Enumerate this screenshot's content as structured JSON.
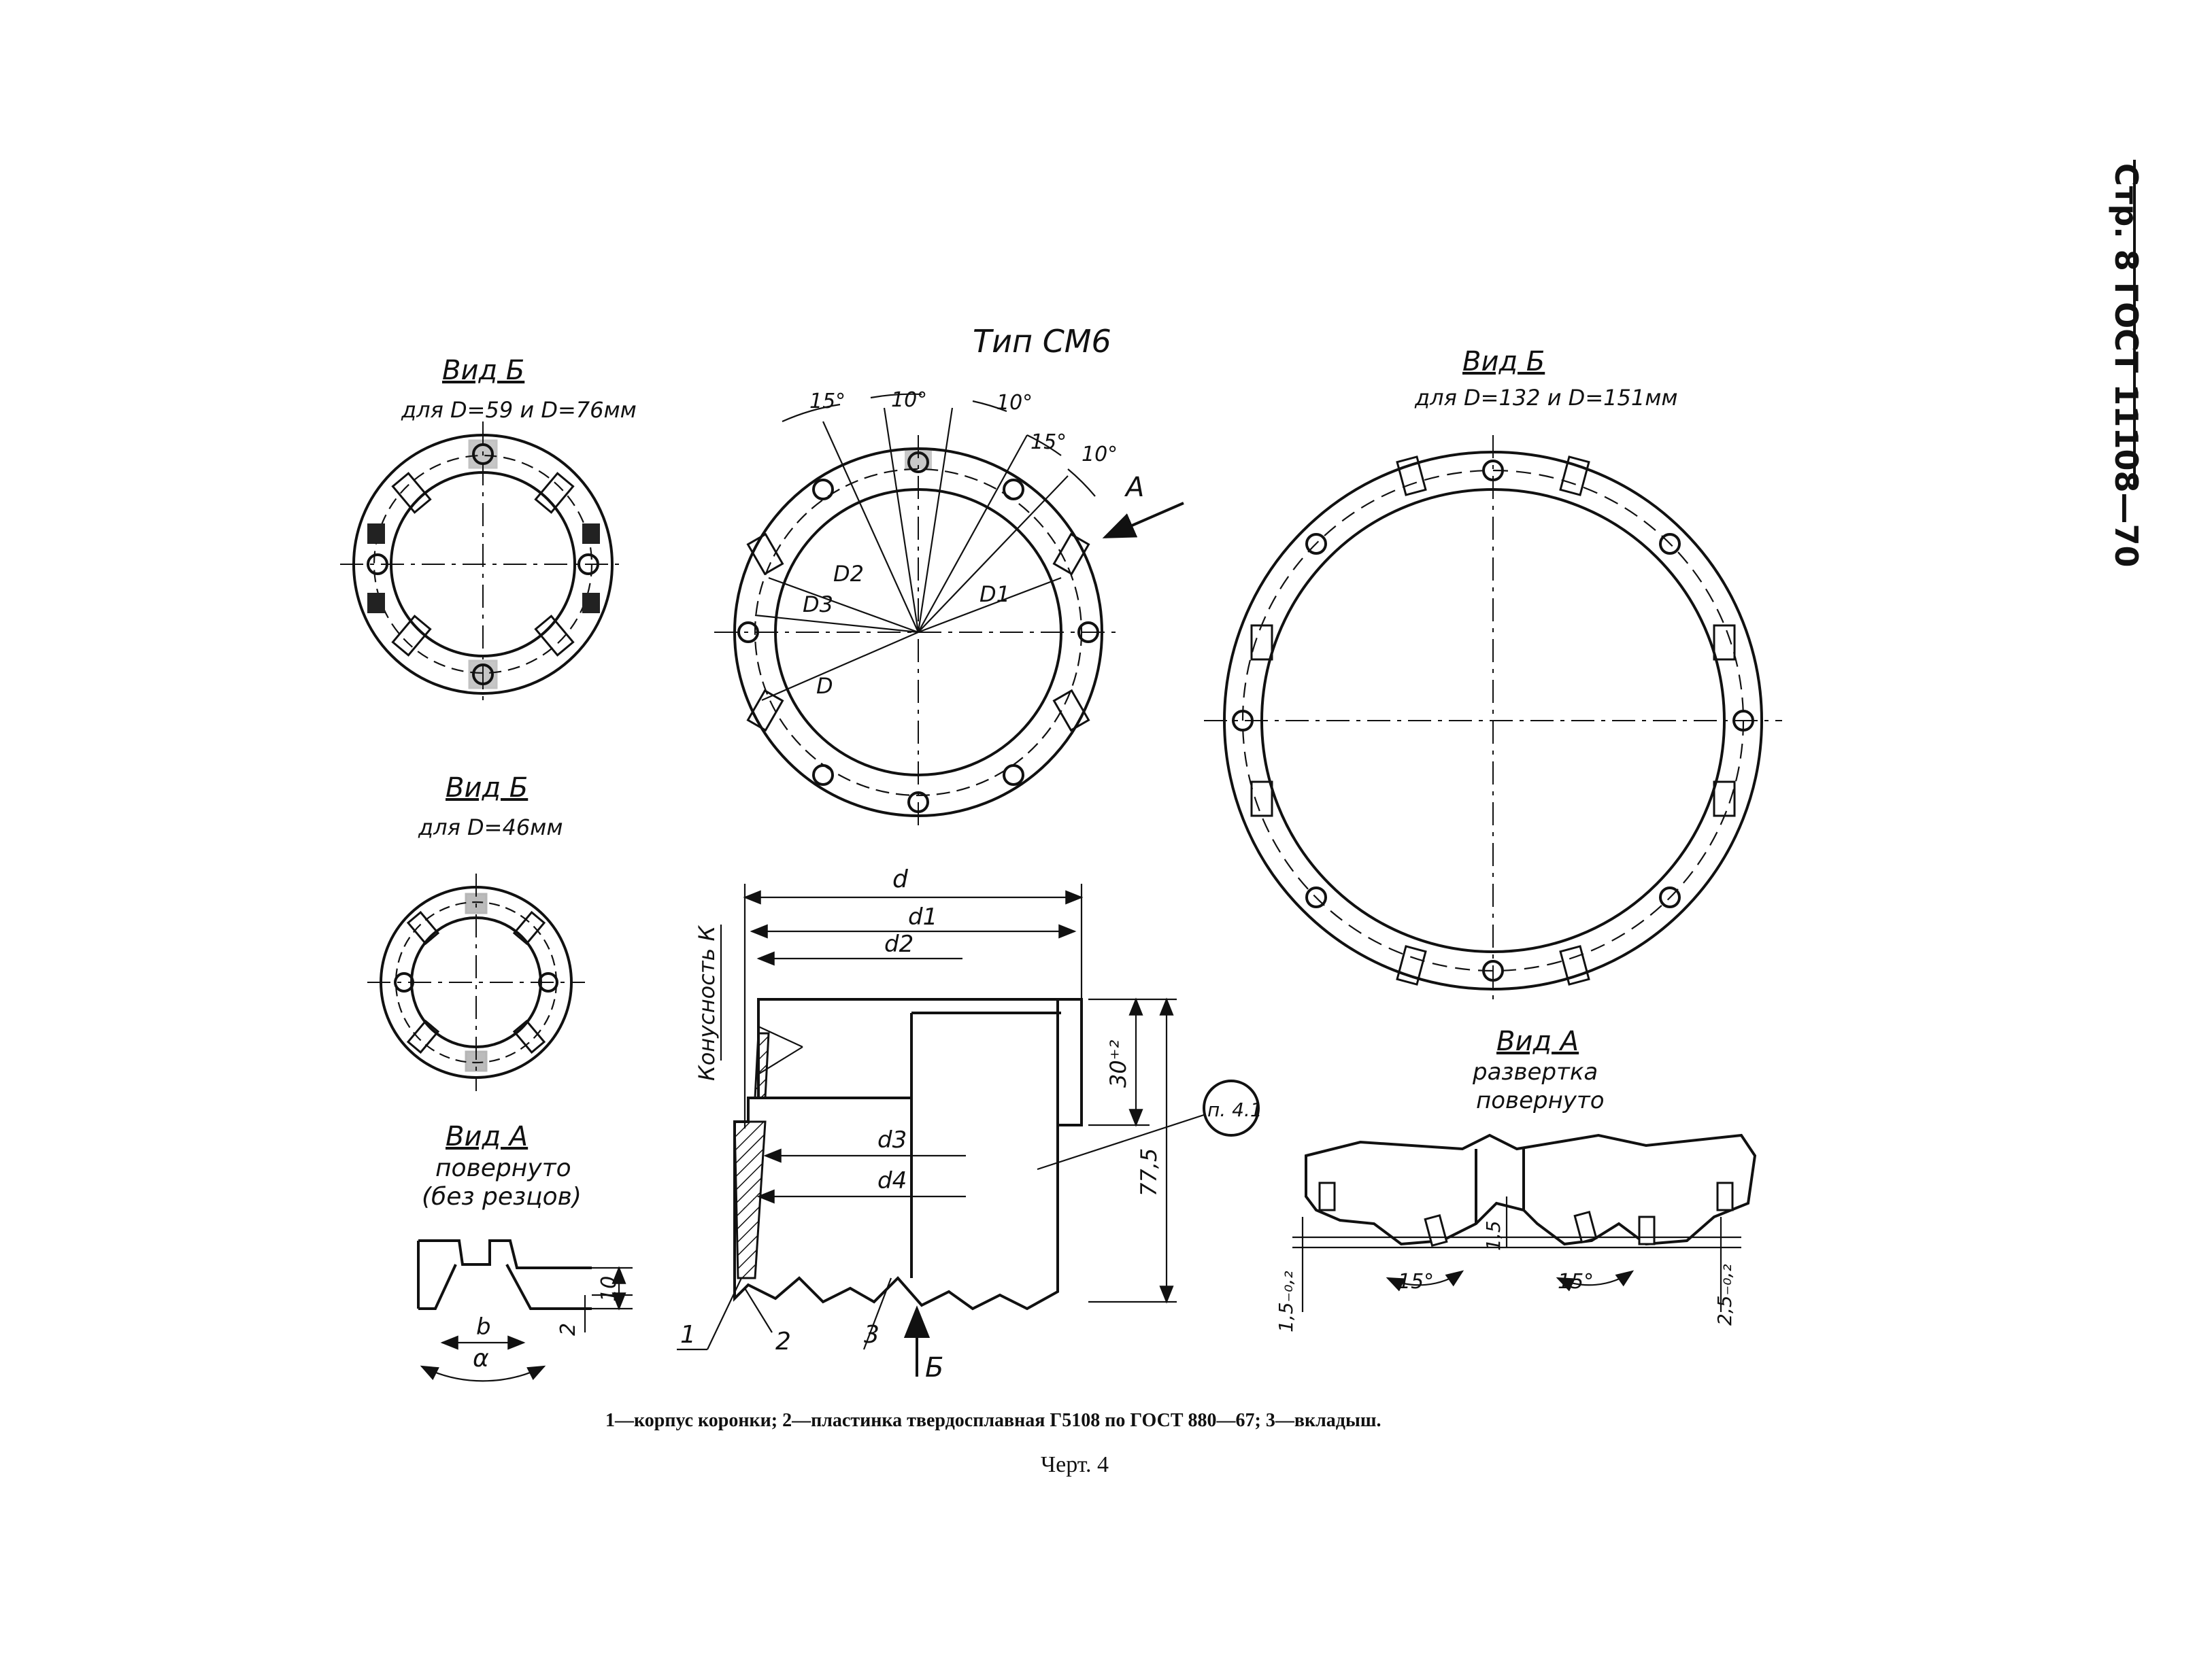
{
  "header": {
    "page_label": "Стр. 8 ГОСТ 11108—70"
  },
  "main_title": "Тип СМ6",
  "views": {
    "vid_b_small": {
      "title": "Вид Б",
      "subtitle": "для D=59 и D=76мм"
    },
    "vid_b_46": {
      "title": "Вид Б",
      "subtitle": "для D=46мм"
    },
    "vid_b_large": {
      "title": "Вид Б",
      "subtitle": "для D=132 и D=151мм"
    },
    "vid_a_left": {
      "title": "Вид А",
      "line2": "повернуто",
      "line3": "(без резцов)"
    },
    "vid_a_right": {
      "title": "Вид А",
      "line2": "развертка",
      "line3": "повернуто"
    }
  },
  "main_view": {
    "angles": [
      "15°",
      "10°",
      "10°",
      "15°",
      "10°"
    ],
    "arrow_label": "A",
    "diameters": [
      "D2",
      "D3",
      "D1",
      "D"
    ]
  },
  "section": {
    "d": "d",
    "d1": "d1",
    "d2": "d2",
    "d3": "d3",
    "d4": "d4",
    "taper": "Конусность К",
    "dim_30": "30⁺²",
    "dim_77": "77,5",
    "ref": "п. 4.1",
    "pos": [
      "1",
      "2",
      "3"
    ],
    "view_arrow": "Б"
  },
  "vid_a_left_dims": {
    "b": "b",
    "alpha": "α",
    "h10": "10",
    "h2": "2"
  },
  "vid_a_right_dims": {
    "d1": "1,5₋₀,₂",
    "d2": "1,5",
    "a1": "15°",
    "a2": "15°",
    "d3": "2,5₋₀,₂"
  },
  "caption": "1—корпус коронки; 2—пластинка твердосплавная Г5108 по ГОСТ 880—67; 3—вкладыш.",
  "figure_label": "Черт. 4"
}
